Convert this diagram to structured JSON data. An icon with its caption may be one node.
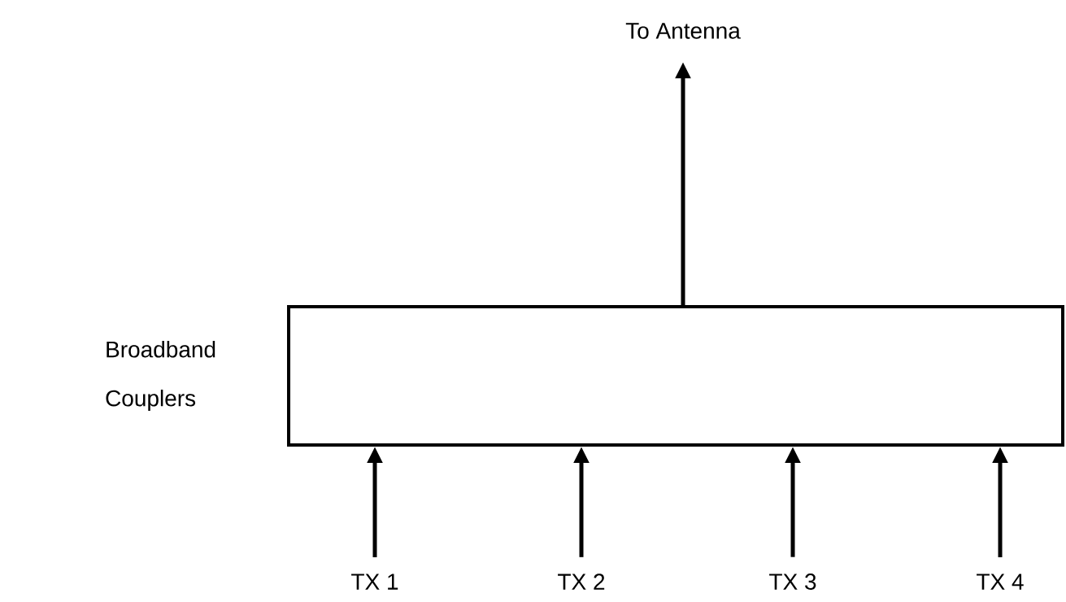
{
  "diagram": {
    "nodes": [
      {
        "text": [
          "To Antenna"
        ]
      },
      {
        "text": [
          "Broadband Couplers"
        ]
      },
      {
        "text": [
          "TX 1"
        ]
      },
      {
        "text": [
          "TX 2"
        ]
      },
      {
        "text": [
          "TX 3"
        ]
      },
      {
        "text": [
          "TX 4"
        ]
      }
    ],
    "edges": [
      {
        "from": 1,
        "to": 0,
        "arrow": "to"
      },
      {
        "from": 2,
        "to": 1,
        "arrow": "to"
      },
      {
        "from": 3,
        "to": 1,
        "arrow": "to"
      },
      {
        "from": 4,
        "to": 1,
        "arrow": "to"
      },
      {
        "from": 5,
        "to": 1,
        "arrow": "to"
      }
    ]
  }
}
